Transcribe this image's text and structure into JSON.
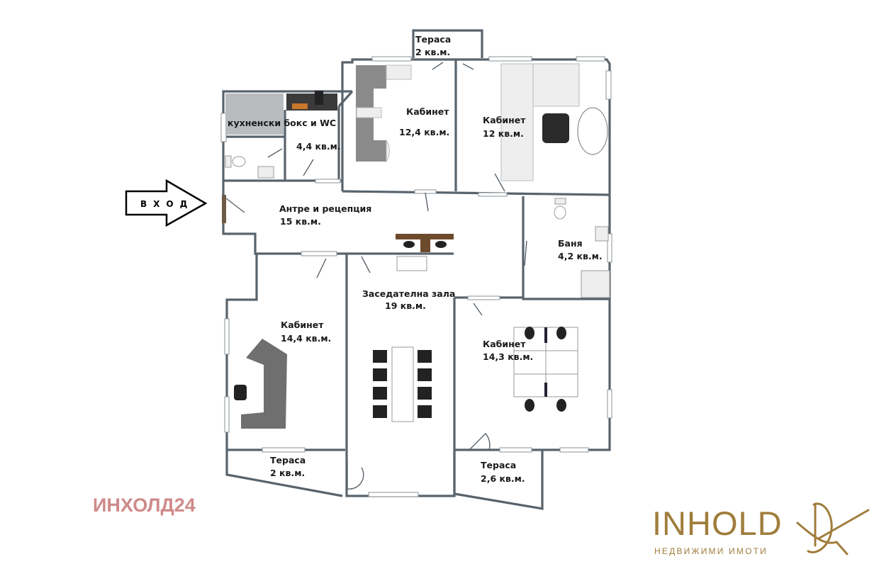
{
  "entrance": {
    "label": "ВХОД"
  },
  "rooms": [
    {
      "name": "Тераса",
      "area": "2 кв.м."
    },
    {
      "name": "кухненски бокс и WC",
      "area": "4,4 кв.м."
    },
    {
      "name": "Кабинет",
      "area": "12,4 кв.м."
    },
    {
      "name": "Кабинет",
      "area": "12 кв.м."
    },
    {
      "name": "Антре и рецепция",
      "area": "15 кв.м."
    },
    {
      "name": "Баня",
      "area": "4,2 кв.м."
    },
    {
      "name": "Кабинет",
      "area": "14,4 кв.м."
    },
    {
      "name": "Заседателна зала",
      "area": "19 кв.м."
    },
    {
      "name": "Кабинет",
      "area": "14,3 кв.м."
    },
    {
      "name": "Тераса",
      "area": "2 кв.м."
    },
    {
      "name": "Тераса",
      "area": "2,6 кв.м."
    }
  ],
  "watermark": "ИНХОЛД24",
  "logo": {
    "name": "INHOLD",
    "tagline": "НЕДВИЖИМИ ИМОТИ"
  },
  "colors": {
    "wall": "#59636c",
    "logo": "#a07d3c",
    "watermark": "#cf8a8a",
    "desk": "#7c7c7c"
  }
}
